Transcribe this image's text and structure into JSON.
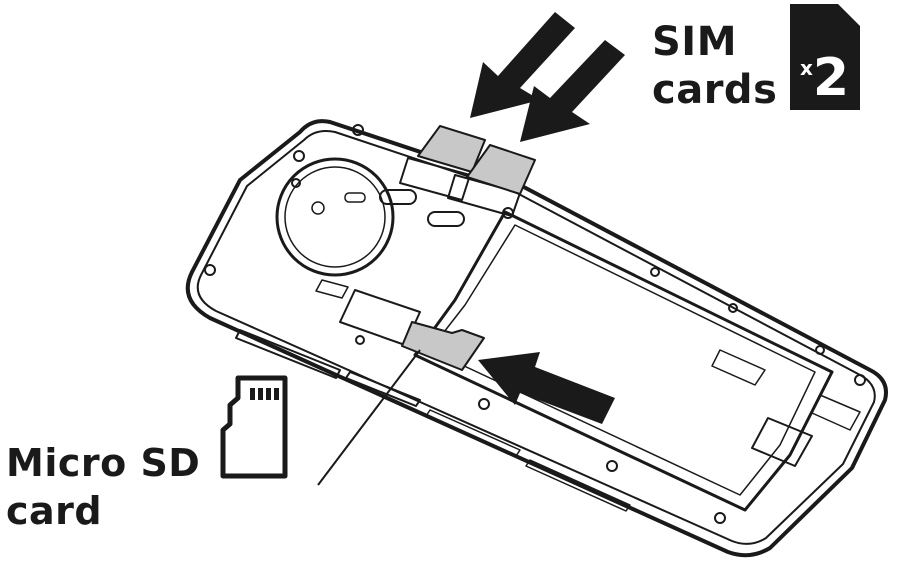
{
  "labels": {
    "sim_line1": "SIM",
    "sim_line2": "cards",
    "sim_count_prefix": "x",
    "sim_count_number": "2",
    "sd_line1": "Micro SD",
    "sd_line2": "card"
  },
  "colors": {
    "ink": "#1a1a1a",
    "card_fill": "#c8c8c8",
    "background": "#ffffff"
  },
  "icons": {
    "sim_badge": "sim-card-icon",
    "sd_badge": "micro-sd-card-icon"
  }
}
